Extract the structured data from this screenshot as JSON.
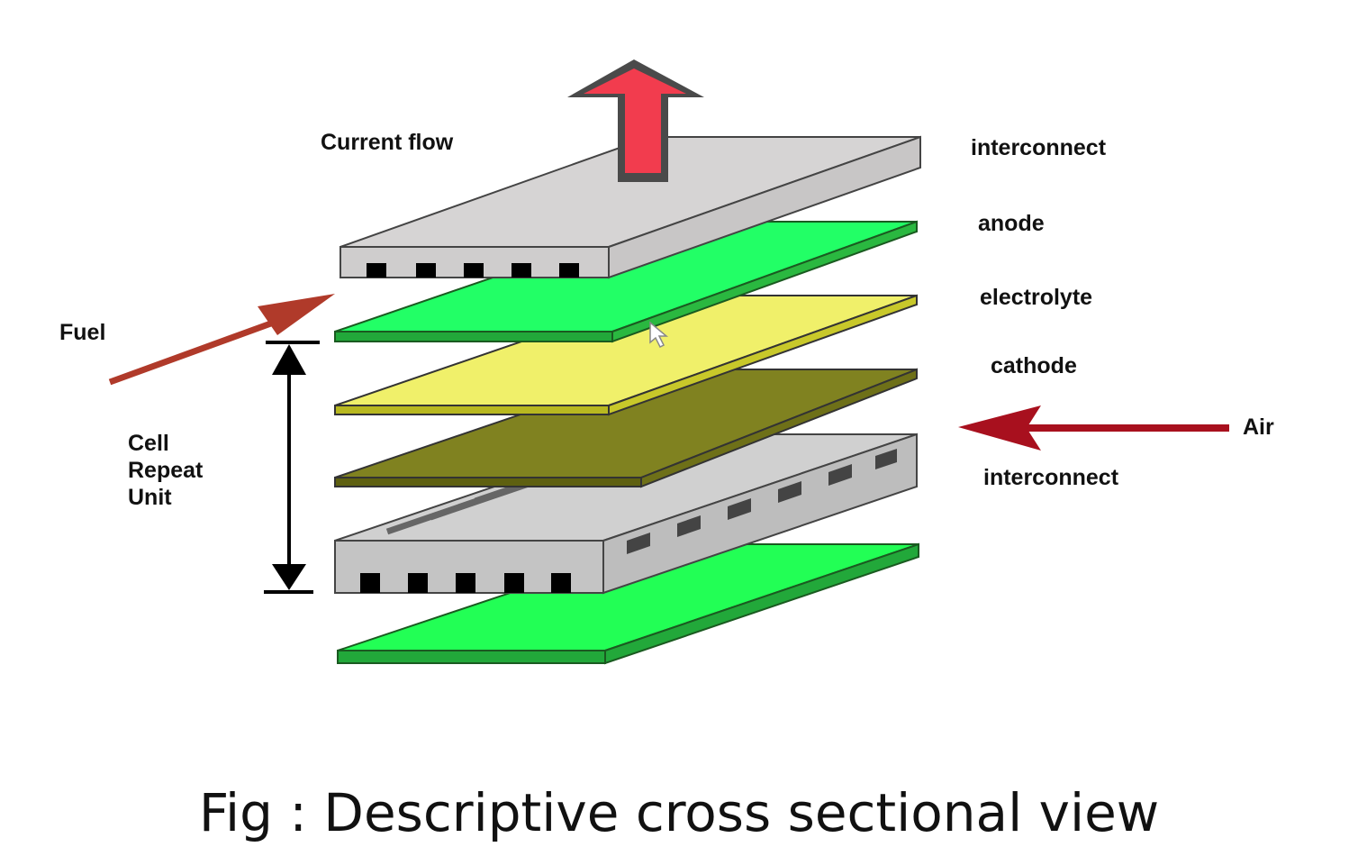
{
  "figure": {
    "caption": "Fig : Descriptive cross sectional view",
    "labels": {
      "current_flow": "Current flow",
      "fuel": "Fuel",
      "air": "Air",
      "cell_repeat_unit_line1": "Cell",
      "cell_repeat_unit_line2": "Repeat",
      "cell_repeat_unit_line3": "Unit"
    },
    "layers": [
      {
        "name": "interconnect",
        "label": "interconnect",
        "color": "#d6d4d4"
      },
      {
        "name": "anode",
        "label": "anode",
        "color": "#22ff66"
      },
      {
        "name": "electrolyte",
        "label": "electrolyte",
        "color": "#f0f06a"
      },
      {
        "name": "cathode",
        "label": "cathode",
        "color": "#7f8220"
      },
      {
        "name": "interconnect",
        "label": "interconnect",
        "color": "#c4c4c4"
      }
    ],
    "colors": {
      "current_arrow": "#f23c4e",
      "fuel_arrow": "#b03a2a",
      "air_arrow": "#a8101e",
      "anode_side": "#22a83a",
      "electrolyte_side": "#b8b820",
      "cathode_side": "#5e6010"
    }
  }
}
